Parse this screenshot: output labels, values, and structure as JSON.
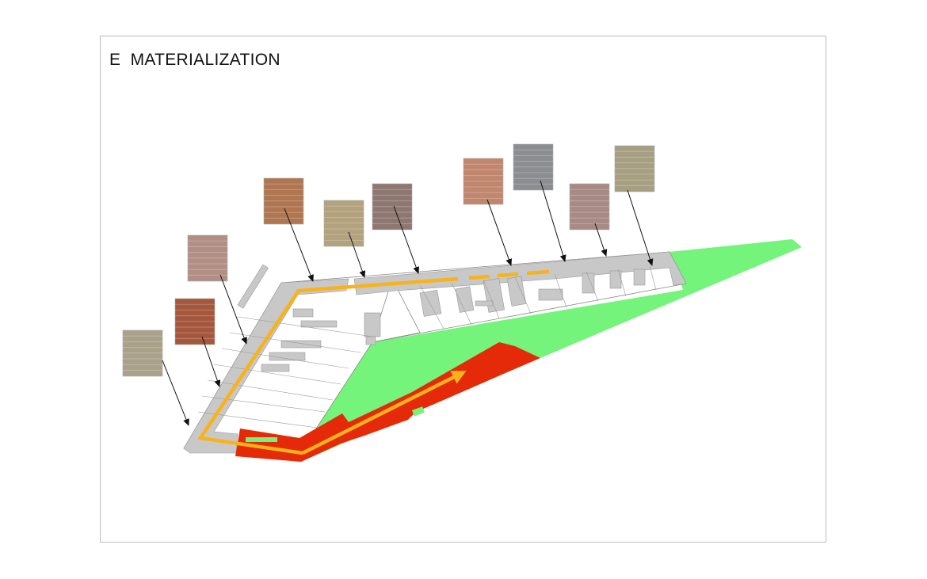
{
  "title": "E  MATERIALIZATION",
  "colors": {
    "green_space": "#74f47a",
    "red_route": "#e52a0a",
    "orange_path": "#f8b31a",
    "facade_gray": "#c8c8c8"
  },
  "swatches": [
    {
      "material": "beige-brick-plaster",
      "color": "#a9a18a"
    },
    {
      "material": "red-brick",
      "color": "#a4573d"
    },
    {
      "material": "pink-brick",
      "color": "#b28f84"
    },
    {
      "material": "orange-brick",
      "color": "#b07652"
    },
    {
      "material": "yellow-brick",
      "color": "#b2a27d"
    },
    {
      "material": "gray-pink-brick",
      "color": "#8f7771"
    },
    {
      "material": "salmon-brick",
      "color": "#c1866e"
    },
    {
      "material": "gray-brick",
      "color": "#8b8d91"
    },
    {
      "material": "mauve-brick",
      "color": "#a88a84"
    },
    {
      "material": "beige-brick-plaster",
      "color": "#a79f82"
    }
  ]
}
